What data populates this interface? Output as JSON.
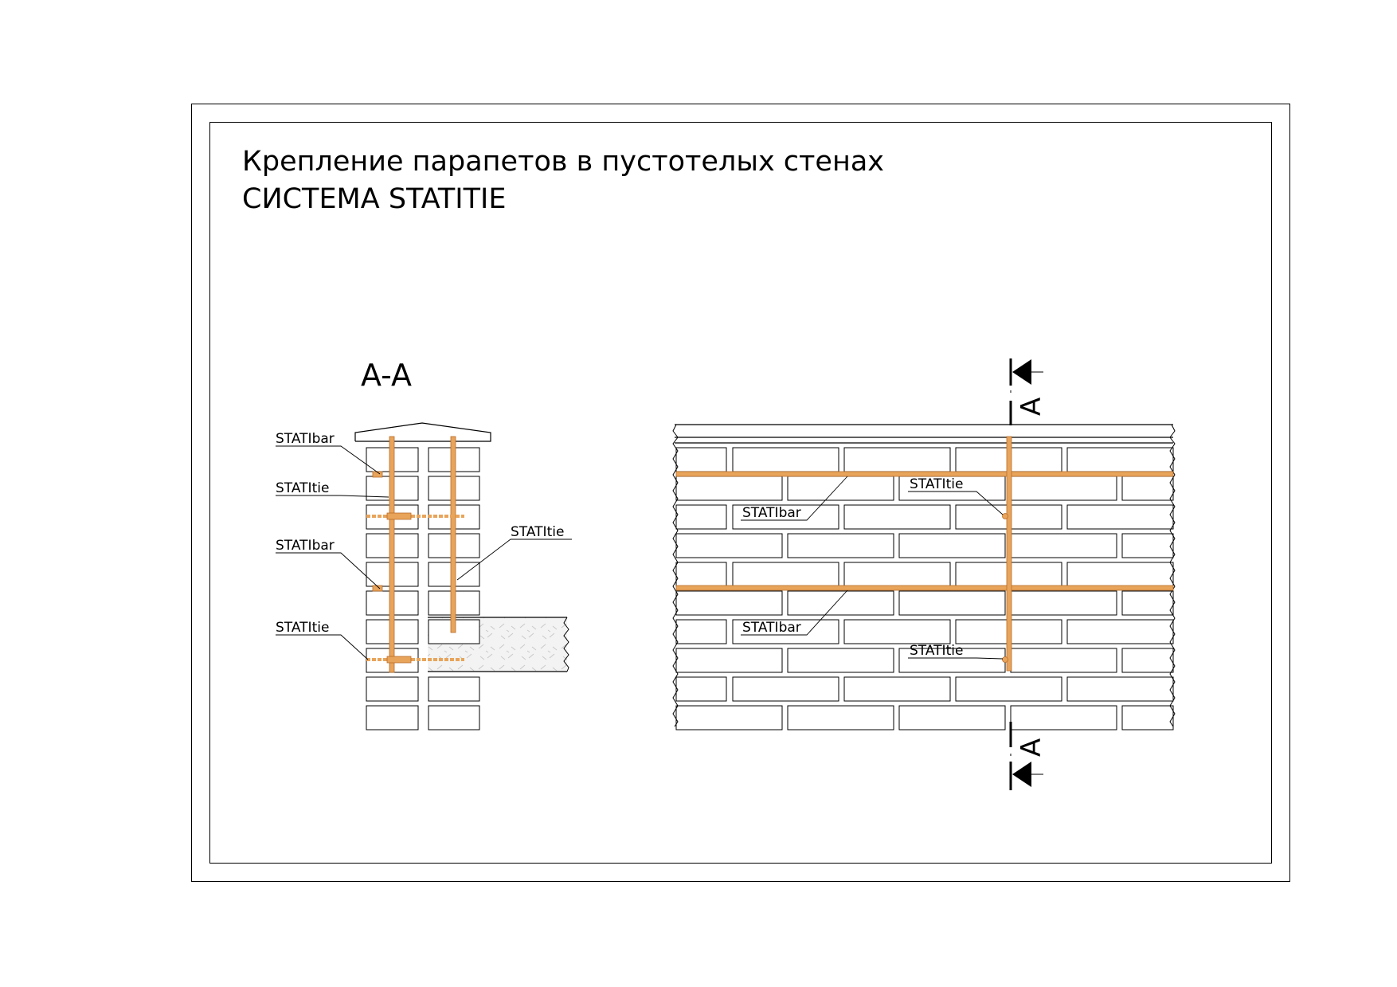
{
  "title": {
    "line1": "Крепление парапетов в пустотелых стенах",
    "line2": "СИСТЕМА STATITIE"
  },
  "section": {
    "title": "A-A",
    "marker": "A"
  },
  "labels": {
    "statibar": "STATIbar",
    "statitie": "STATItie"
  },
  "colors": {
    "bar": "#e8a45a",
    "bar_dark": "#b86d2a",
    "line": "#000000",
    "concrete": "#f0f0f0"
  }
}
